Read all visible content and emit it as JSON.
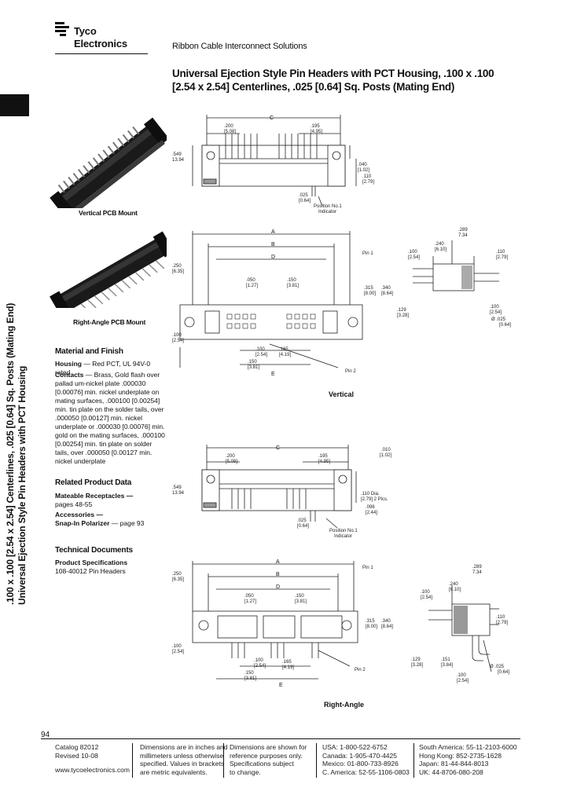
{
  "brand": {
    "line1": "Tyco",
    "line2": "Electronics"
  },
  "header": {
    "section_title": "Ribbon Cable Interconnect Solutions"
  },
  "title": {
    "line1": "Universal Ejection Style Pin Headers with PCT Housing, .100 x .100",
    "line2": "[2.54 x 2.54] Centerlines, .025 [0.64] Sq. Posts (Mating End)"
  },
  "side_text": {
    "line1": ".100 x .100 [2.54 x 2.54] Centerlines, .025 [0.64] Sq. Posts (Mating End)",
    "line2": "Universal Ejection Style Pin Headers with PCT Housing"
  },
  "photos": {
    "vertical_caption": "Vertical PCB Mount",
    "right_angle_caption": "Right-Angle PCB Mount"
  },
  "material": {
    "heading": "Material and Finish",
    "housing_label": "Housing",
    "housing_text": " — Red PCT, UL 94V-0 rated",
    "contacts_label": "Contacts",
    "contacts_text": " — Brass, Gold flash over pallad um-nickel plate .000030 [0.00076] min. nickel underplate on mating surfaces, .000100 [0.00254] min. tin plate on the solder tails, over .000050 [0.00127] min. nickel underplate or .000030 [0.00076] min. gold on the mating surfaces, .000100 [0.00254] min. tin plate on solder tails, over .000050 [0.00127 min. nickel underplate"
  },
  "related": {
    "heading": "Related Product Data",
    "mateable_label": "Mateable Receptacles —",
    "mateable_pages": "pages 48-55",
    "accessories_label": "Accessories —",
    "snapin_label": "Snap-In Polarizer",
    "snapin_page": " — page 93"
  },
  "techdocs": {
    "heading": "Technical Documents",
    "spec_label": "Product Specifications",
    "spec_value": "108-40012 Pin Headers"
  },
  "drawings": {
    "vertical_caption": "Vertical",
    "right_angle_caption": "Right-Angle",
    "dims": {
      "C": "C",
      "A": "A",
      "B": "B",
      "D": "D",
      "E": "E",
      "d200": ".200",
      "d200m": "[5.08]",
      "d195": ".195",
      "d195m": "[4.95]",
      "d549": ".549",
      "d549m": "13.94",
      "d040": ".040",
      "d040m": "[1.02]",
      "d110": ".110",
      "d110m": "[2.79]",
      "d025": ".025",
      "d025m": "[0.64]",
      "pos1": "Position No.1",
      "pos1b": "Indicator",
      "d250": ".250",
      "d250m": "[6.35]",
      "d050": ".050",
      "d050m": "[1.27]",
      "d150": ".150",
      "d150m": "[3.81]",
      "pin1": "Pin 1",
      "pin2": "Pin 2",
      "d315": ".315",
      "d315m": "[8.00]",
      "d340": ".340",
      "d340m": "[8.64]",
      "d100": ".100",
      "d100m": "[2.54]",
      "d165": ".165",
      "d165m": "[4.19]",
      "d289": ".289",
      "d289m": "7.34",
      "d240": ".240",
      "d240m": "[6.10]",
      "d129": ".129",
      "d129m": "[3.28]",
      "dia025": "Ø .025",
      "dia025m": "[0.64]",
      "d010": ".010",
      "d010m": "[1.02]",
      "d110dia": ".110 Dia.",
      "d110diam": "[2.79] 2 Plcs.",
      "d096": ".096",
      "d096m": "[2.44]",
      "d151": ".151",
      "d151m": "[3.84]"
    }
  },
  "footer": {
    "page": "94",
    "catalog": "Catalog 82012",
    "revised": "Revised 10-08",
    "url": "www.tycoelectronics.com",
    "dim1": "Dimensions are in inches and",
    "dim2": "millimeters unless otherwise",
    "dim3": "specified. Values in brackets",
    "dim4": "are metric equivalents.",
    "ref1": "Dimensions are shown for",
    "ref2": "reference purposes only.",
    "ref3": "Specifications subject",
    "ref4": "to change.",
    "usa": "USA: 1-800-522-6752",
    "canada": "Canada: 1-905-470-4425",
    "mexico": "Mexico: 01-800-733-8926",
    "camerica": "C. America: 52-55-1106-0803",
    "samerica": "South America: 55-11-2103-6000",
    "hongkong": "Hong Kong: 852-2735-1628",
    "japan": "Japan: 81-44-844-8013",
    "uk": "UK: 44-8706-080-208"
  }
}
